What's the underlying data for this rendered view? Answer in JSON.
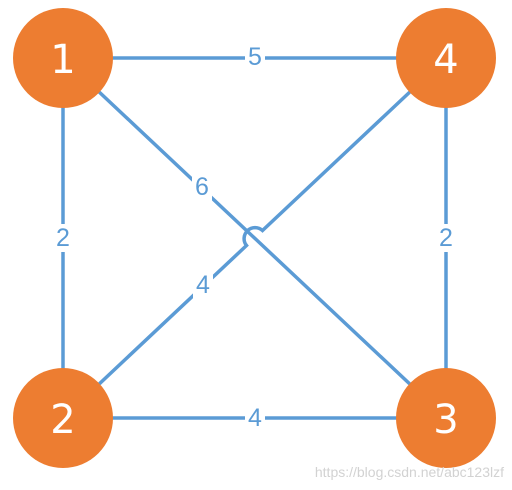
{
  "colors": {
    "node_fill": "#ED7D31",
    "edge_stroke": "#5B9BD5",
    "edge_label": "#5B9BD5",
    "label_text": "#FFFFFF",
    "watermark": "#D2D2D2"
  },
  "nodes": [
    {
      "id": "n1",
      "label": "1"
    },
    {
      "id": "n4",
      "label": "4"
    },
    {
      "id": "n2",
      "label": "2"
    },
    {
      "id": "n3",
      "label": "3"
    }
  ],
  "edges": [
    {
      "id": "e-1-4",
      "from": "n1",
      "to": "n4",
      "weight": "5"
    },
    {
      "id": "e-1-2",
      "from": "n1",
      "to": "n2",
      "weight": "2"
    },
    {
      "id": "e-4-3",
      "from": "n4",
      "to": "n3",
      "weight": "2"
    },
    {
      "id": "e-2-3",
      "from": "n2",
      "to": "n3",
      "weight": "4"
    },
    {
      "id": "e-1-3",
      "from": "n1",
      "to": "n3",
      "weight": "6"
    },
    {
      "id": "e-2-4",
      "from": "n2",
      "to": "n4",
      "weight": "4",
      "crossing": "hop-over"
    }
  ],
  "watermark": "https://blog.csdn.net/abc123lzf"
}
